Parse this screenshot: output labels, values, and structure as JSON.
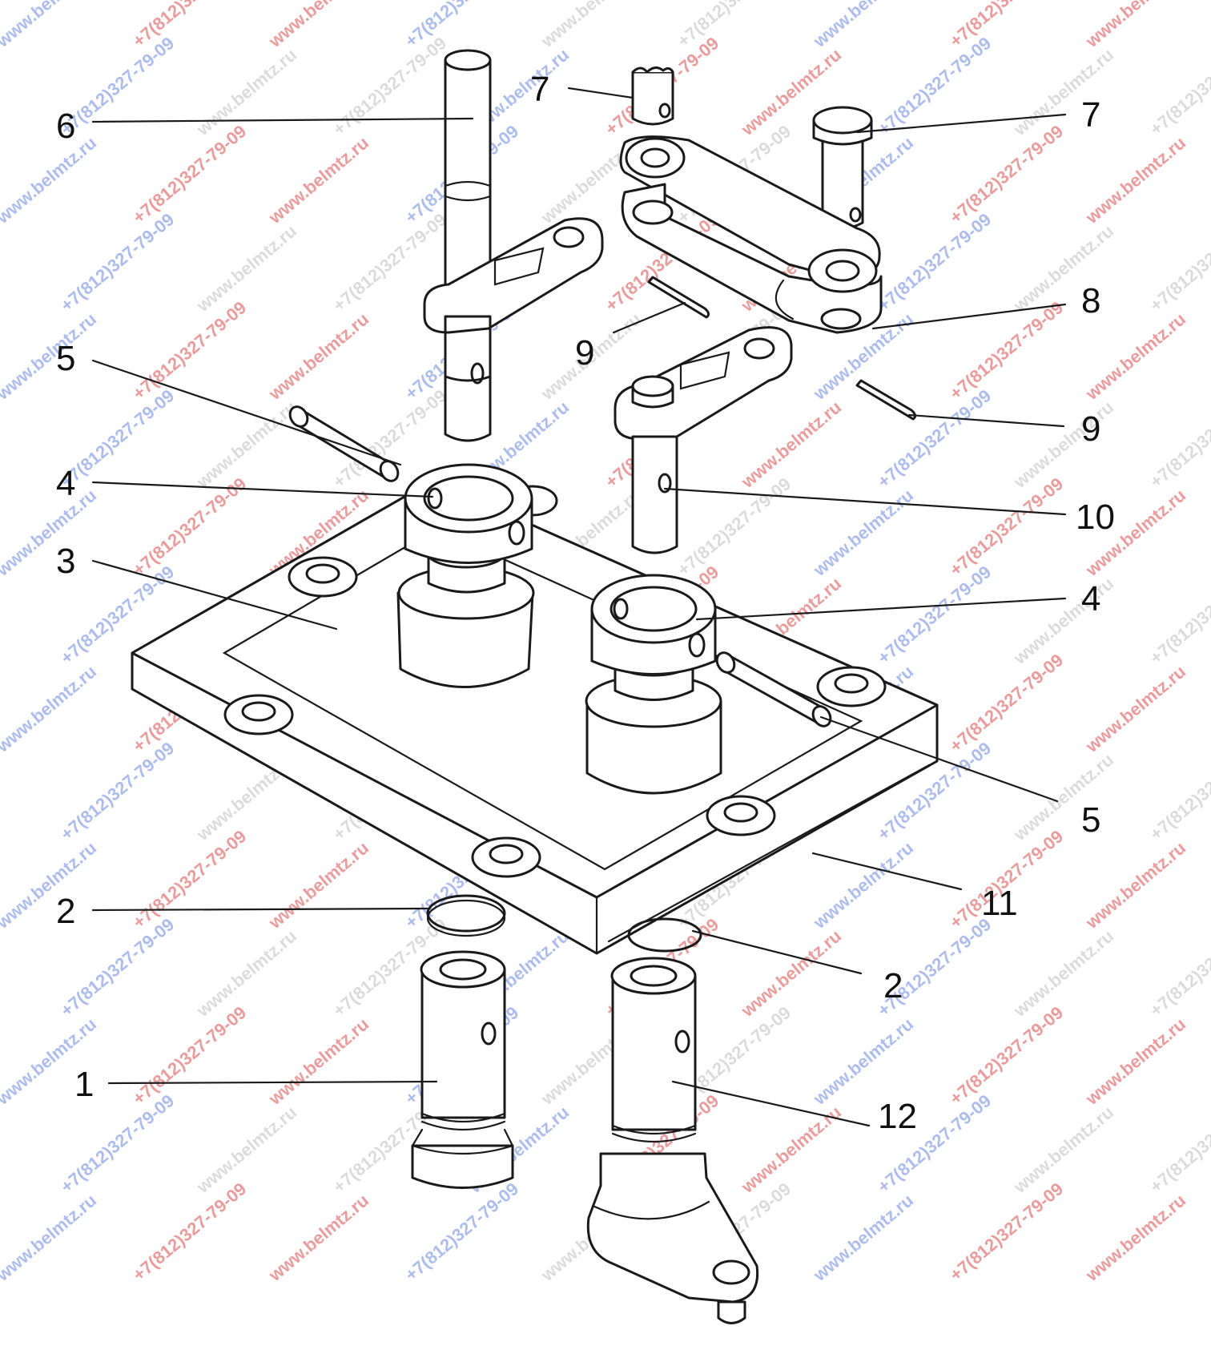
{
  "callouts": {
    "c1": "1",
    "c2a": "2",
    "c2b": "2",
    "c3": "3",
    "c4a": "4",
    "c4b": "4",
    "c5a": "5",
    "c5b": "5",
    "c6": "6",
    "c7a": "7",
    "c7b": "7",
    "c8": "8",
    "c9a": "9",
    "c9b": "9",
    "c10": "10",
    "c11": "11",
    "c12": "12"
  },
  "watermarks": {
    "site": "www.belmtz.ru",
    "phone": "+7(812)327-79-09"
  }
}
